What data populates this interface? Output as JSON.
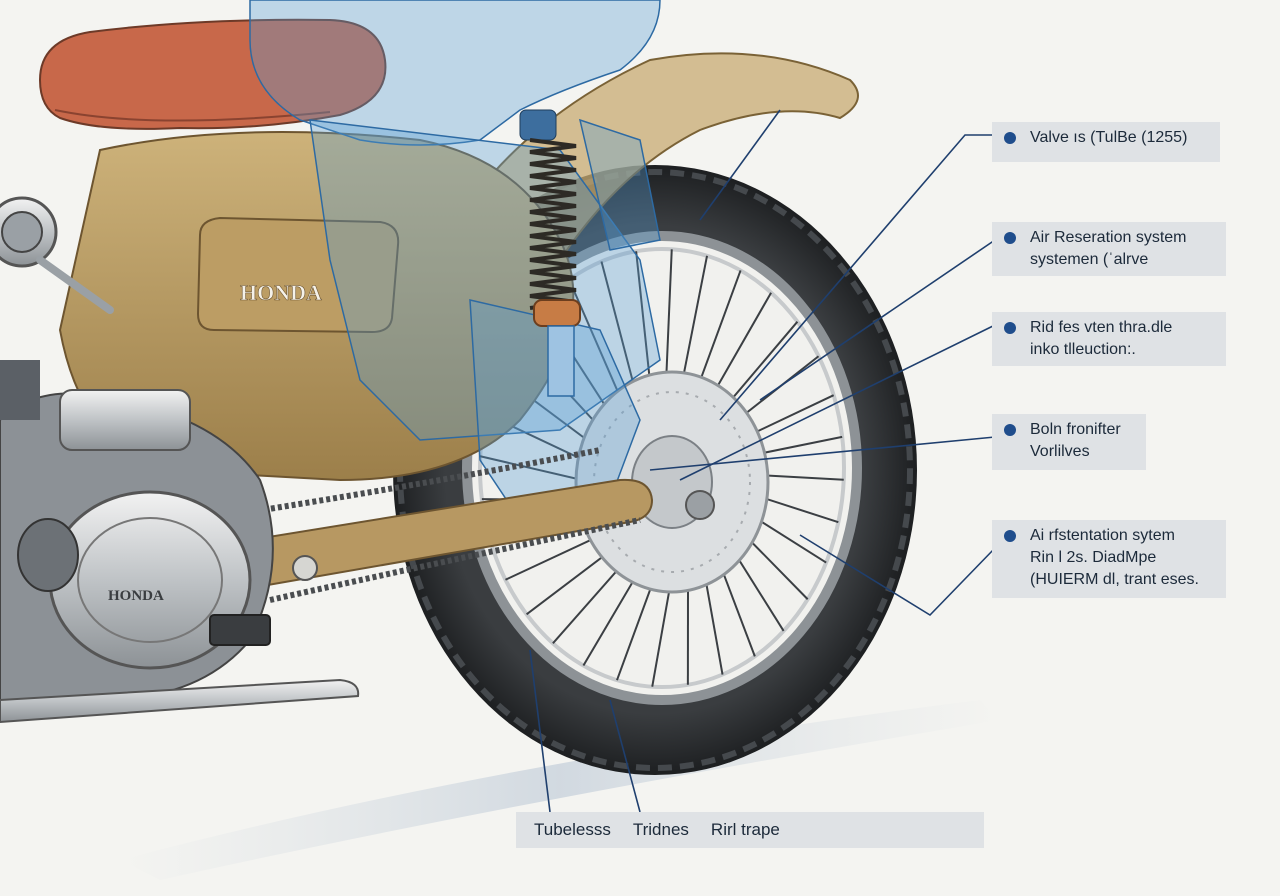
{
  "brand": {
    "tank_logo": "HONDA",
    "engine_logo": "HONDA"
  },
  "callouts": [
    {
      "line1": "Valve  ıs (TulBe (1255)",
      "line2": ""
    },
    {
      "line1": "Air Reseration system",
      "line2": "systemen (ˈalrve"
    },
    {
      "line1": "Rid  fes vten thra.dle",
      "line2": "inko tlleuction:."
    },
    {
      "line1": "Boln fronifter",
      "line2": "Vorlilves"
    },
    {
      "line1": "Ai  rfstentation sytem",
      "line2": "Rin l 2s. DiadMpe",
      "line3": "(HUIERM dl, trant eses."
    }
  ],
  "bottom_labels": [
    "Tubelesss",
    "Tridnes",
    "Rirl trape"
  ],
  "colors": {
    "background": "#f4f4f1",
    "callout_bg": "#dfe2e5",
    "callout_dot": "#1f4d8c",
    "leader_line": "#1f3f6e",
    "body_gold": "#b89a63",
    "seat": "#c8684a",
    "xray_blue": "#5a9fd4",
    "tire": "#2a2d30"
  }
}
